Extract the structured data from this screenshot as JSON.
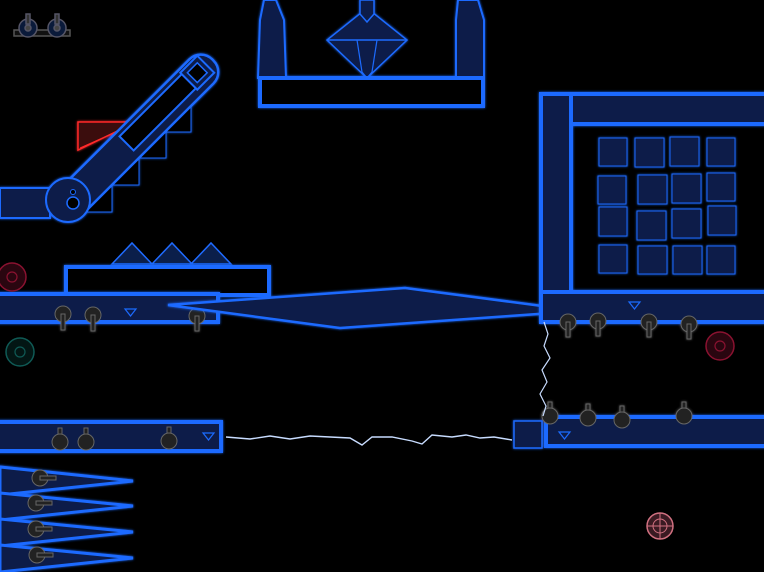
{
  "palette": {
    "background": "#000000",
    "neon_blue": "#1f6bff",
    "dark_fill": "#0a1a3a",
    "panel_fill": "#0b1f4a",
    "spike_fill": "#0e2a66",
    "lightning": "#c8dcff",
    "hazard_red": "#ff2a2a",
    "mine_pink": "#8a1230",
    "mine_teal": "#0f5a55",
    "bolt_gray": "#555b66"
  },
  "icons": {
    "top_left_hud": "binoculars-icon",
    "target_marker": "crosshair-icon",
    "platform_marker": "triangle-down-icon"
  },
  "mines": [
    {
      "name": "mine-pink-left",
      "color": "mine_pink"
    },
    {
      "name": "mine-teal-left",
      "color": "mine_teal"
    },
    {
      "name": "mine-pink-right",
      "color": "mine_pink"
    }
  ]
}
